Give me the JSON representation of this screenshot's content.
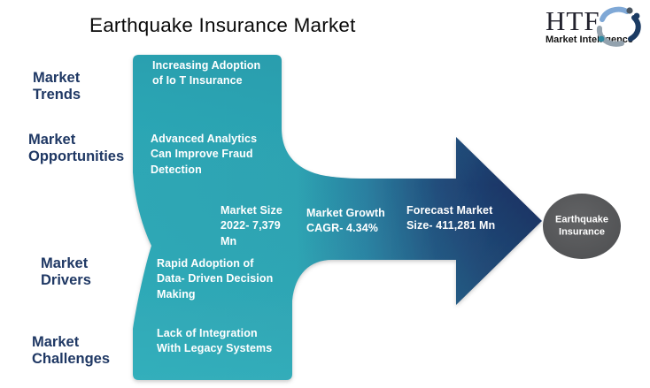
{
  "title": "Earthquake Insurance Market",
  "logo": {
    "brand": "HTF",
    "tagline": "Market Intelligence"
  },
  "side_labels": {
    "trends": "Market\nTrends",
    "opportunities": "Market\nOpportunities",
    "drivers": "Market\nDrivers",
    "challenges": "Market\nChallenges"
  },
  "flow": {
    "trend_item": "Increasing Adoption\nof Io T Insurance",
    "opportunity_item": "Advanced Analytics\nCan Improve Fraud\nDetection",
    "market_size": "Market Size\n2022- 7,379\nMn",
    "market_growth": "Market Growth\nCAGR- 4.34%",
    "forecast": "Forecast Market\nSize- 411,281 Mn",
    "driver_item": "Rapid Adoption of\nData- Driven Decision\nMaking",
    "challenge_item": "Lack of Integration\nWith Legacy Systems",
    "target": "Earthquake\nInsurance"
  },
  "colors": {
    "teal": "#2DA7B5",
    "teal_bright": "#35B6C0",
    "navy": "#1D3A6B",
    "navy_deep": "#1A2F60",
    "label_navy": "#1F3864",
    "target_gray": "#58595B"
  }
}
